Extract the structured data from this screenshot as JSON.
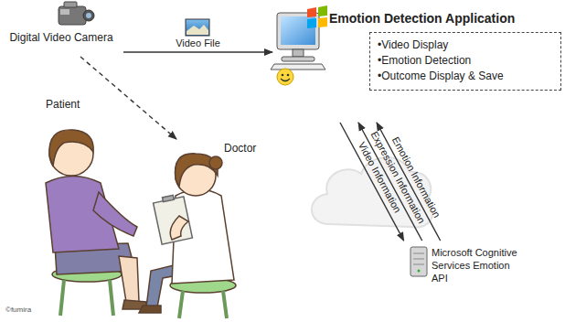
{
  "diagram": {
    "nodes": [
      {
        "text": [
          "Digital Video Camera"
        ]
      },
      {
        "text": [
          "Emotion Detection Application",
          "•Video Display",
          "•Emotion Detection",
          "•Outcome Display & Save"
        ]
      },
      {
        "text": [
          "Microsoft Cognitive Services Emotion API"
        ]
      },
      {
        "text": [
          "Patient"
        ]
      },
      {
        "text": [
          "Doctor"
        ]
      }
    ],
    "edges": [
      {
        "from": 0,
        "to": 1,
        "label": "Video File",
        "arrow": "to"
      },
      {
        "from": 0,
        "to": 4,
        "arrow": "to"
      },
      {
        "from": 2,
        "to": 1,
        "label": "Emotion Information",
        "arrow": "to"
      },
      {
        "from": 2,
        "to": 1,
        "label": "Expression Information",
        "arrow": "to"
      },
      {
        "from": 1,
        "to": 2,
        "label": "Video Information",
        "arrow": "to"
      }
    ],
    "labels": [
      "©fumira"
    ]
  }
}
